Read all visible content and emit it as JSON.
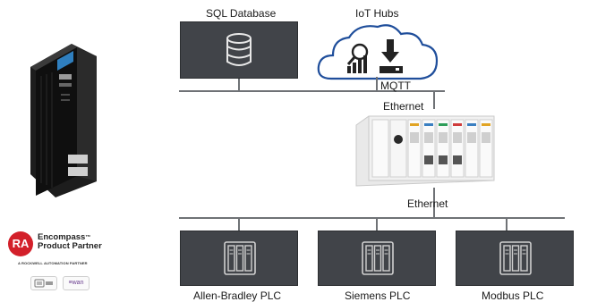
{
  "labels": {
    "sql": "SQL Database",
    "iot": "IoT Hubs",
    "mqtt": "MQTT",
    "ethernet_top": "Ethernet",
    "ethernet_bottom": "Ethernet",
    "plc1": "Allen-Bradley PLC",
    "plc2": "Siemens PLC",
    "plc3": "Modbus PLC"
  },
  "partner": {
    "line1": "Encompass",
    "tm": "™",
    "line2": "Product Partner",
    "subtitle": "A ROCKWELL AUTOMATION PARTNER",
    "ra": "RA",
    "logo2_text": "≡wan"
  },
  "colors": {
    "box": "#414449",
    "line": "#6f7276",
    "ra_red": "#d3202a",
    "cloud_blue": "#1f4e9b"
  },
  "icons": {
    "module": "plc-gateway-module-image",
    "sql": "database-icon",
    "iot_cloud": "cloud-icon",
    "rack": "controllogix-rack-image",
    "plc": "plc-icon"
  }
}
